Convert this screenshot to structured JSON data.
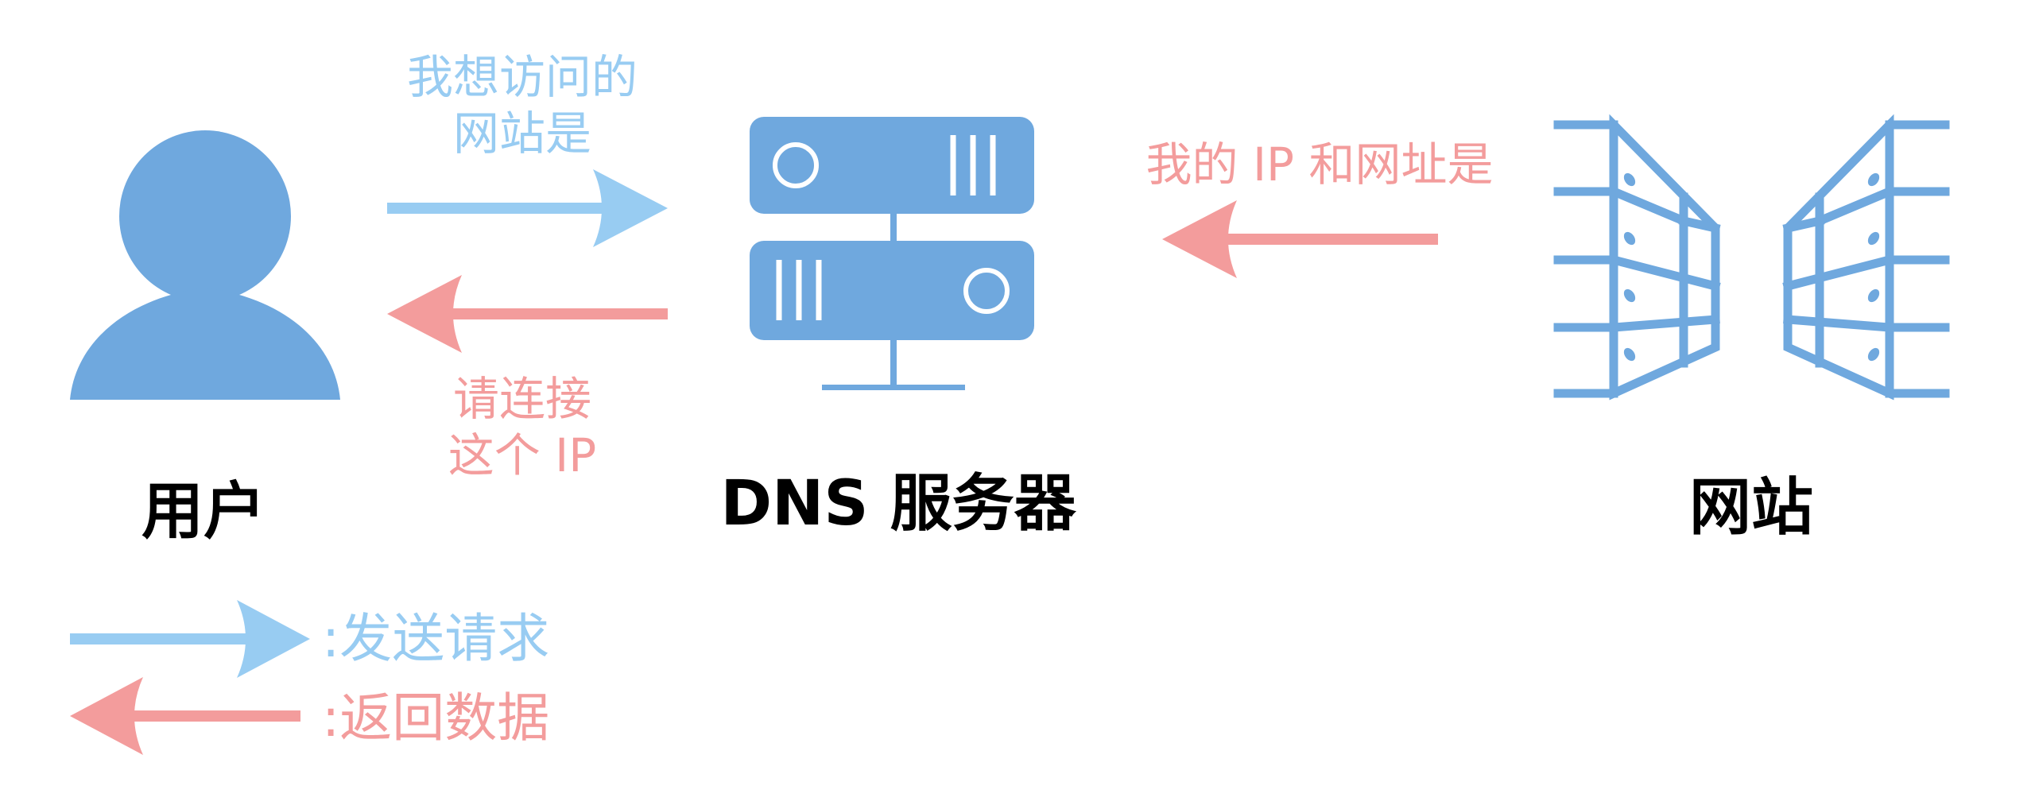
{
  "colors": {
    "icon": "#6fa8de",
    "request": "#98ccf2",
    "response": "#f39c9c",
    "text": "#000000",
    "background": "#ffffff"
  },
  "icons": {
    "user": "user-icon",
    "server": "server-icon",
    "website": "website-icon"
  },
  "nodes": {
    "user": {
      "label": "用户"
    },
    "dns": {
      "label": "DNS 服务器"
    },
    "website": {
      "label": "网站"
    }
  },
  "edges": {
    "user_to_dns": {
      "kind": "request",
      "label_line1": "我想访问的",
      "label_line2": "网站是"
    },
    "dns_to_user": {
      "kind": "response",
      "label_line1": "请连接",
      "label_line2": "这个 IP"
    },
    "website_to_dns": {
      "kind": "response",
      "label": "我的 IP 和网址是"
    }
  },
  "legend": {
    "request_label": ":发送请求",
    "response_label": ":返回数据"
  }
}
